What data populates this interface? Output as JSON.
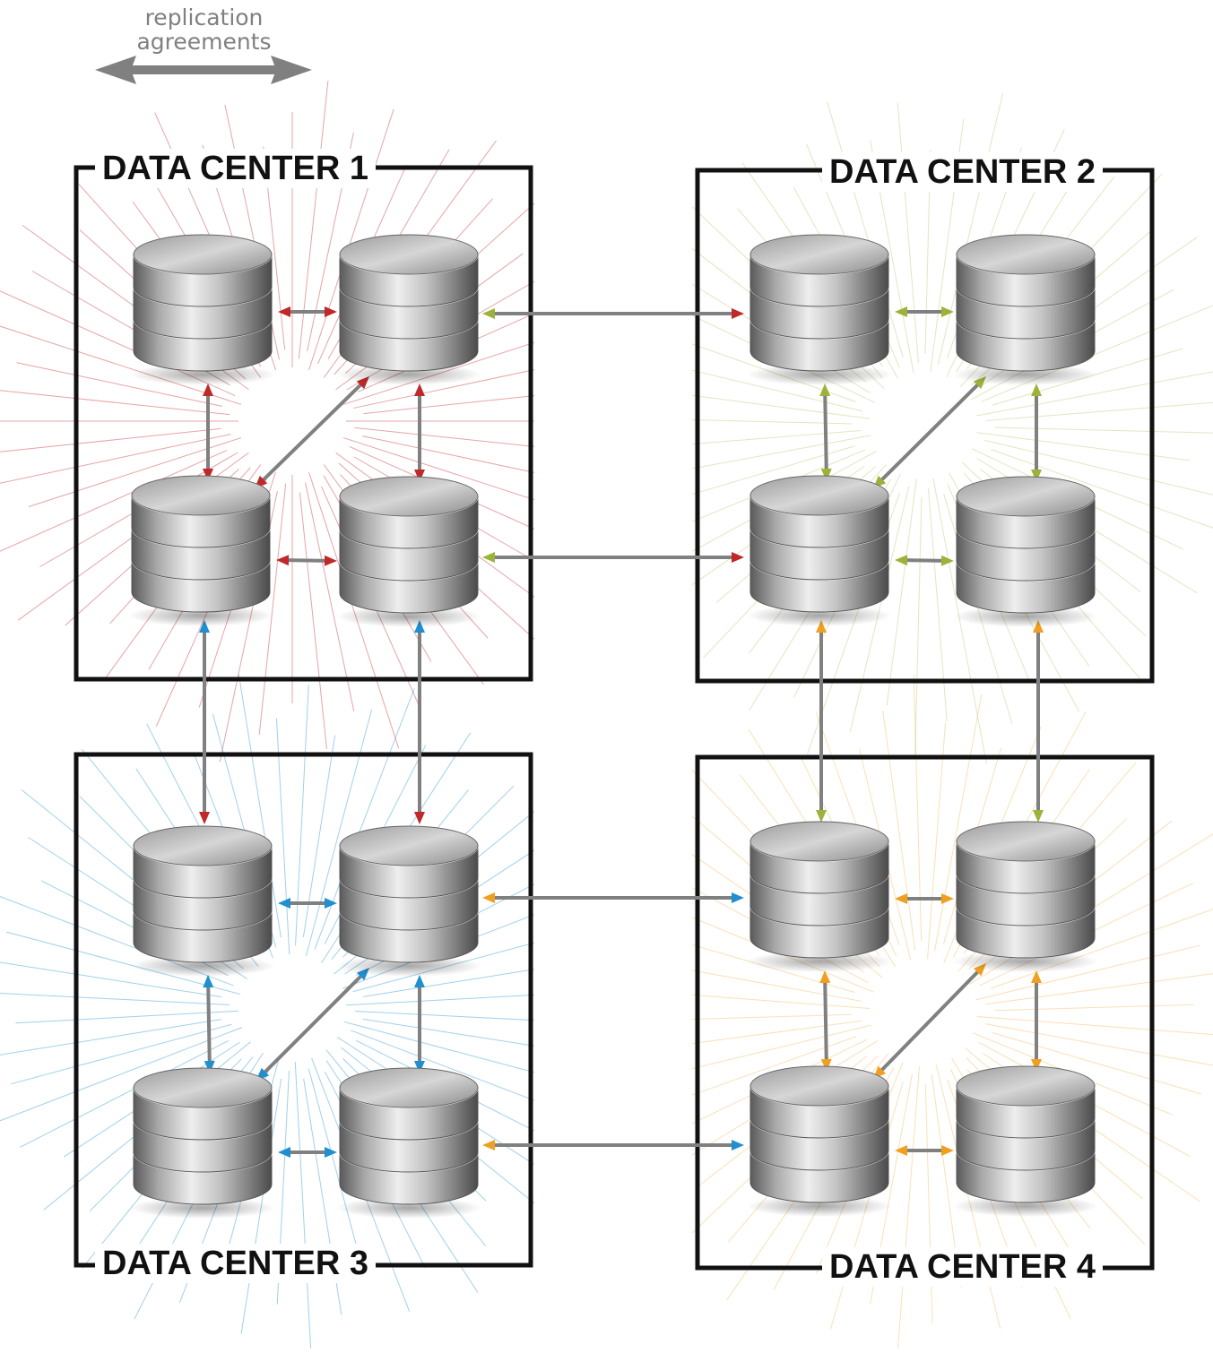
{
  "legend": {
    "label_line1": "replication",
    "label_line2": "agreements",
    "arrow_color": "#808080"
  },
  "data_centers": [
    {
      "id": "dc1",
      "title": "DATA CENTER 1",
      "accent": "#c0282a"
    },
    {
      "id": "dc2",
      "title": "DATA CENTER 2",
      "accent": "#9cb33a"
    },
    {
      "id": "dc3",
      "title": "DATA CENTER 3",
      "accent": "#1f8fd0"
    },
    {
      "id": "dc4",
      "title": "DATA CENTER 4",
      "accent": "#f0a020"
    }
  ],
  "servers_per_data_center": 4,
  "icons": {
    "server": "database-server-icon",
    "link": "replication-arrow-icon"
  },
  "connector_color": "#808080"
}
